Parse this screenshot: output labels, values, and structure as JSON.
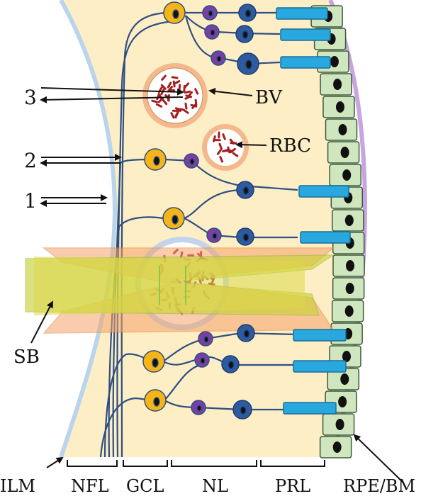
{
  "labels": {
    "bv": "BV",
    "rbc": "RBC",
    "sb": "SB",
    "n1": "1",
    "n2": "2",
    "n3": "3"
  },
  "layers": {
    "ilm": "ILM",
    "nfl": "NFL",
    "gcl": "GCL",
    "nl": "NL",
    "prl": "PRL",
    "rpe": "RPE/BM"
  },
  "colors": {
    "tissue": "#fdeec6",
    "ilm_membrane": "#b9d4ec",
    "bruch_membrane": "#c9a4e0",
    "rpe_cell": "#cfe6bf",
    "ganglion_cell": "#f5b516",
    "bipolar_cell": "#2e5aa0",
    "amacrine_cell": "#7b3fa3",
    "photoreceptor": "#29a7df",
    "vessel_wall": "#f3b98c",
    "red_blood_cell": "#a41f1f",
    "axon": "#2e4f82"
  }
}
